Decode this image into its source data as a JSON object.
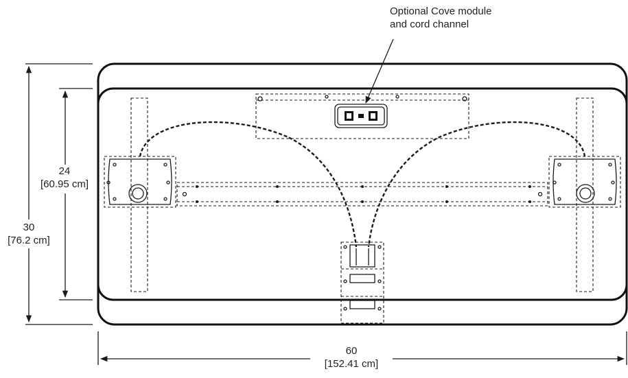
{
  "callout": {
    "line1": "Optional Cove module",
    "line2": "and cord channel"
  },
  "dimensions": {
    "top_depth": {
      "value": "24",
      "metric": "[60.95 cm]"
    },
    "overall_depth": {
      "value": "30",
      "metric": "[76.2 cm]"
    },
    "width": {
      "value": "60",
      "metric": "[152.41 cm]"
    }
  },
  "colors": {
    "line": "#1a1a1a",
    "background": "#ffffff"
  }
}
